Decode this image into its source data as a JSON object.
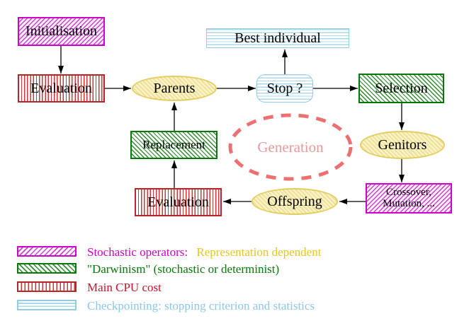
{
  "nodes": {
    "initialisation": "Initialisation",
    "evaluation_top": "Evaluation",
    "parents": "Parents",
    "best_individual": "Best individual",
    "stop": "Stop ?",
    "selection": "Selection",
    "genitors": "Genitors",
    "crossover_line1": "Crossover,",
    "crossover_line2": "Mutation, ...",
    "offspring": "Offspring",
    "evaluation_bottom": "Evaluation",
    "replacement": "Replacement",
    "generation": "Generation"
  },
  "legend": {
    "items": [
      {
        "swatch": "magenta-diagonal-hatch",
        "label": "Stochastic operators:",
        "label_suffix": "Representation dependent"
      },
      {
        "swatch": "green-diagonal-hatch",
        "label": "\"Darwinism\" (stochastic or determinist)"
      },
      {
        "swatch": "red-vertical-stripes",
        "label": "Main CPU cost"
      },
      {
        "swatch": "cyan-horizontal-stripes",
        "label": "Checkpointing: stopping criterion and statistics"
      }
    ]
  },
  "colors": {
    "magenta": "#cc00cc",
    "gold": "#e8c327",
    "dark_green": "#067806",
    "crimson": "#cc1128",
    "light_blue": "#8ec6e8",
    "salmon_dash": "#ed7070",
    "salmon_text": "#e79a9a",
    "yellow_border": "#e2cd62",
    "red_stripe": "#cc3838",
    "arrow_black": "#000000"
  }
}
